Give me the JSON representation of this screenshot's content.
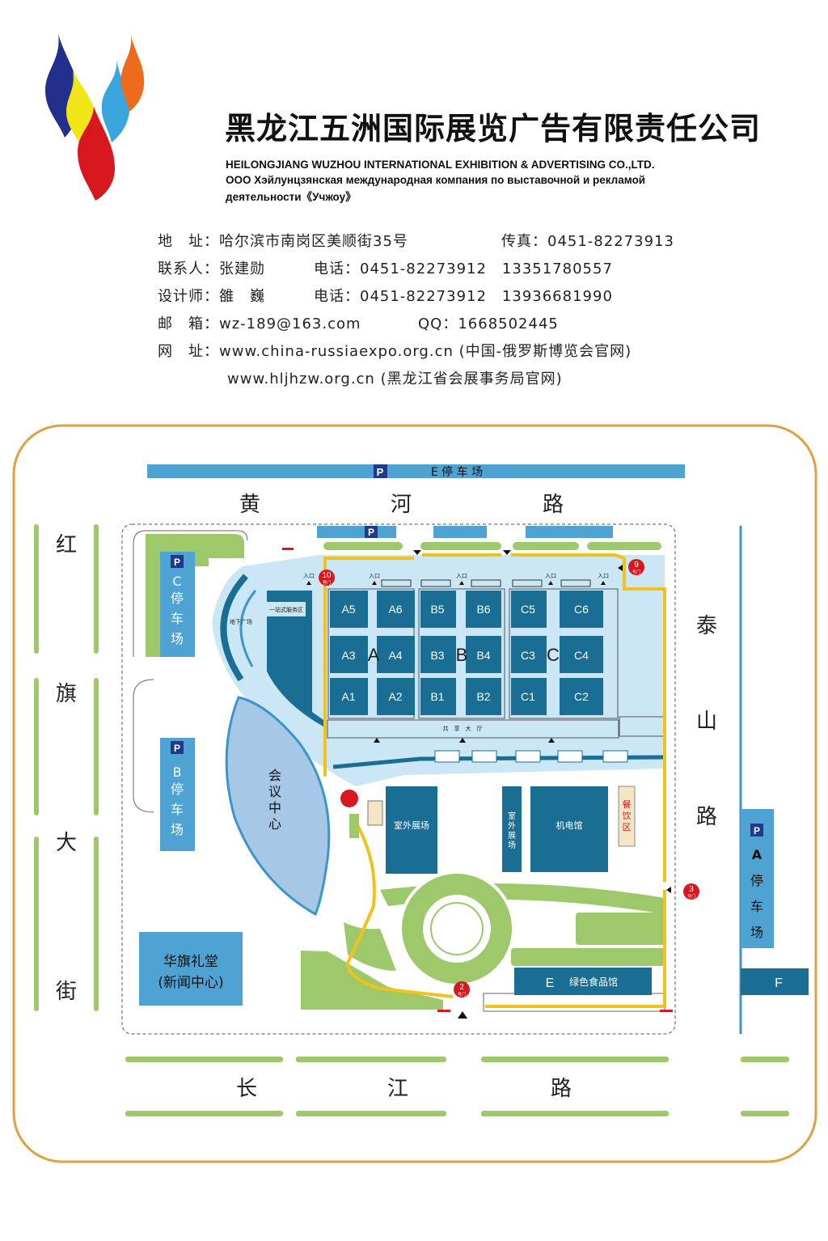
{
  "header": {
    "company_cn": "黑龙江五洲国际展览广告有限责任公司",
    "company_en": "HEILONGJIANG WUZHOU INTERNATIONAL EXHIBITION & ADVERTISING CO.,LTD.",
    "company_ru_line1": "ООО Хэйлунцзянская международная компания  по выставочной  и рекламой",
    "company_ru_line2": "деятельности《Учжоу》"
  },
  "contact": {
    "address": "地　址：哈尔滨市南岗区美顺街35号",
    "fax": "传真：0451-82273913",
    "contact_person": "联系人：张建勋",
    "contact_phone": "电话：0451-82273912　13351780557",
    "designer": "设计师：雒　巍",
    "designer_phone": "电话：0451-82273912　13936681990",
    "email": "邮　箱：wz-189@163.com",
    "qq": "QQ：1668502445",
    "website1": "网　址：www.china-russiaexpo.org.cn (中国-俄罗斯博览会官网)",
    "website2": "www.hljhzw.org.cn (黑龙江省会展事务局官网)"
  },
  "roads": {
    "north": [
      "黄",
      "河",
      "路"
    ],
    "south": [
      "长",
      "江",
      "路"
    ],
    "west": [
      "红",
      "旗",
      "大",
      "街"
    ],
    "east": [
      "泰",
      "山",
      "路"
    ]
  },
  "parking": {
    "p_symbol": "P",
    "e_lot": "E 停 车 场",
    "c_lot": [
      "C",
      "停",
      "车",
      "场"
    ],
    "b_lot": [
      "B",
      "停",
      "车",
      "场"
    ],
    "a_lot": [
      "A",
      "停",
      "车",
      "场"
    ],
    "f_lot": "F"
  },
  "halls": {
    "a": [
      "A5",
      "A6",
      "A3",
      "A4",
      "A1",
      "A2"
    ],
    "b": [
      "B5",
      "B6",
      "B3",
      "B4",
      "B1",
      "B2"
    ],
    "c": [
      "C5",
      "C6",
      "C3",
      "C4",
      "C1",
      "C2"
    ],
    "zone_a": "A",
    "zone_b": "B",
    "zone_c": "C"
  },
  "areas": {
    "shared_hall": "共　享　大　厅",
    "service_area": "一站式服务区",
    "underground_plaza": "地下广场",
    "conference_center": [
      "会",
      "议",
      "中",
      "心"
    ],
    "outdoor_area_1": "室外展场",
    "outdoor_area_2": [
      "室",
      "外",
      "展",
      "场"
    ],
    "electromechanical_hall": "机电馆",
    "dining_area": [
      "餐",
      "饮",
      "区"
    ],
    "green_food_hall": "绿色食品馆",
    "green_food_letter": "E",
    "huaqi_hall_line1": "华旗礼堂",
    "huaqi_hall_line2": "(新闻中心)",
    "entrance": "入口"
  },
  "gates": {
    "gate10_num": "10",
    "gate9_num": "9",
    "gate3_num": "3",
    "gate2_num": "2",
    "gate_suffix": "号门"
  },
  "colors": {
    "flame_blue": "#232f8c",
    "flame_yellow": "#f2e516",
    "flame_red": "#d8181f",
    "flame_sky": "#39a6de",
    "flame_orange": "#ee6a1d",
    "hall_blue": "#1a6e94",
    "light_blue": "#cbe6f4",
    "road_blue": "#3b96c9",
    "green": "#9dc96b",
    "route_yellow": "#f3c21a",
    "frame_orange": "#e0a142",
    "parking_blue": "#4ea3d3"
  }
}
